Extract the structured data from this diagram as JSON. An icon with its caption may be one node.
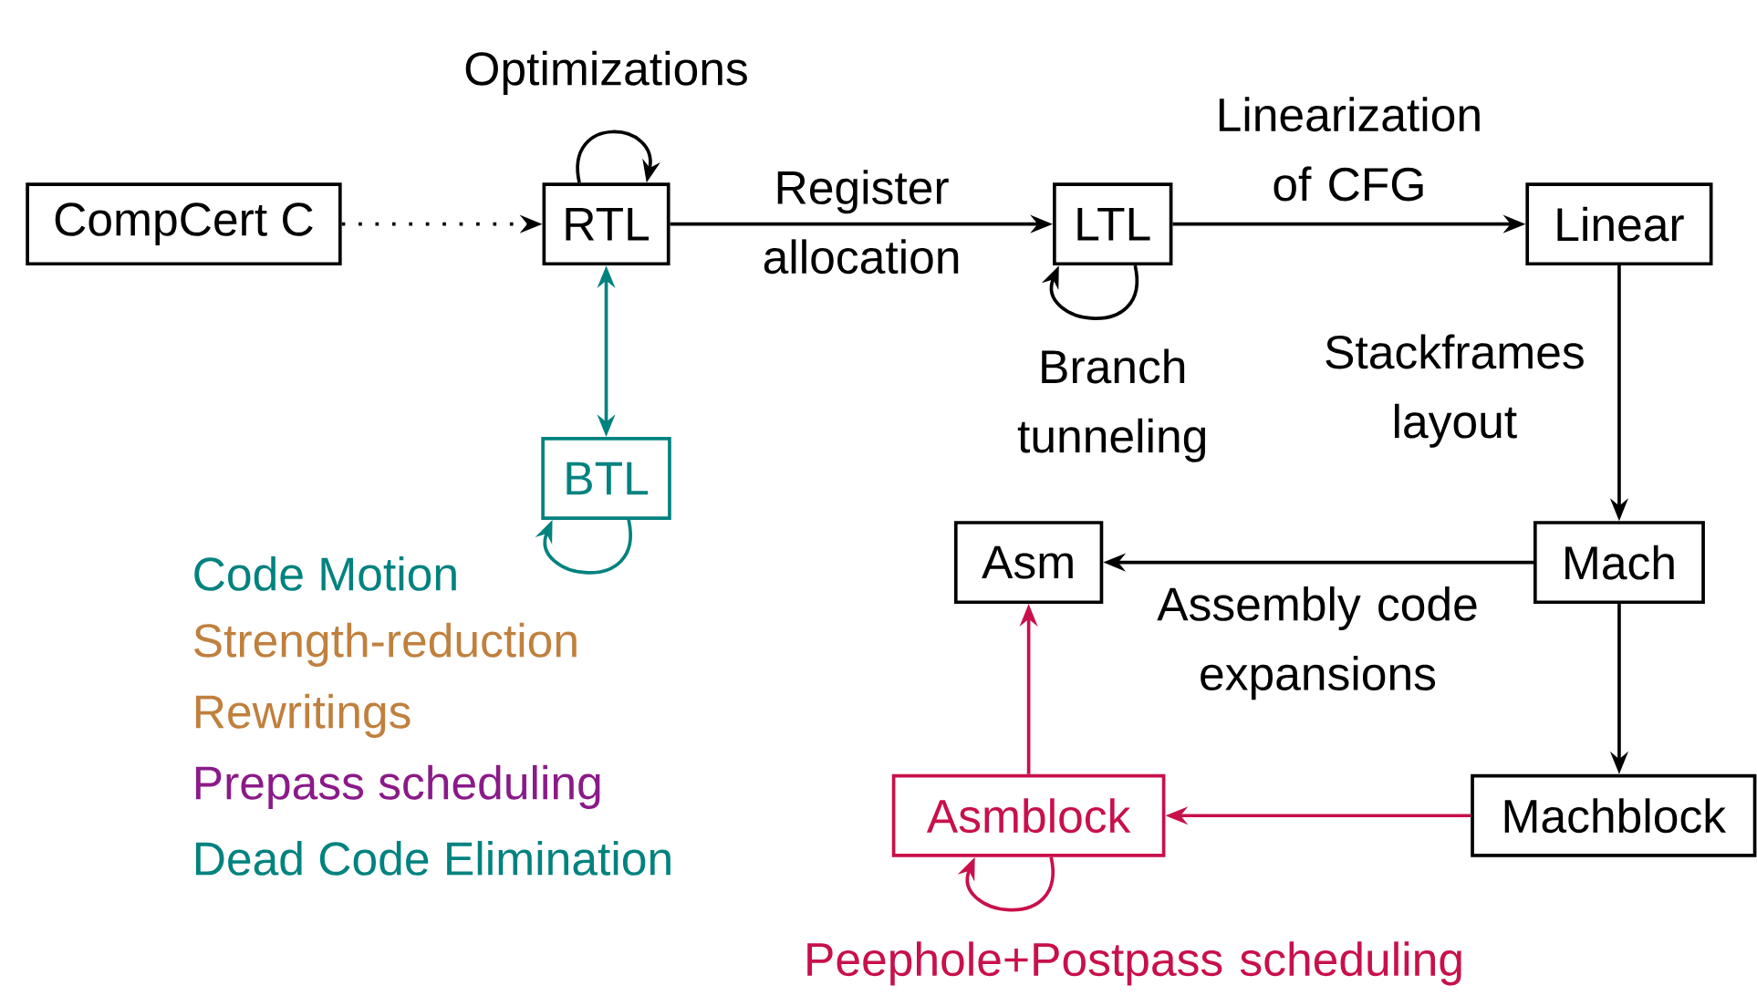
{
  "diagram": {
    "nodes": [
      {
        "text": [
          "CompCert C"
        ]
      },
      {
        "text": [
          "RTL"
        ]
      },
      {
        "text": [
          "LTL"
        ]
      },
      {
        "text": [
          "Linear"
        ]
      },
      {
        "text": [
          "BTL"
        ]
      },
      {
        "text": [
          "Mach"
        ]
      },
      {
        "text": [
          "Asm"
        ]
      },
      {
        "text": [
          "Machblock"
        ]
      },
      {
        "text": [
          "Asmblock"
        ]
      }
    ],
    "edges": [
      {
        "from": 0,
        "to": 1,
        "arrow": "to",
        "style": "dashed"
      },
      {
        "from": 1,
        "to": 1,
        "arrow": "to",
        "label": "Optimizations"
      },
      {
        "from": 1,
        "to": 2,
        "arrow": "to",
        "label": "Register allocation"
      },
      {
        "from": 2,
        "to": 3,
        "arrow": "to",
        "label": "Linearization of CFG"
      },
      {
        "from": 2,
        "to": 2,
        "arrow": "to",
        "label": "Branch tunneling"
      },
      {
        "from": 1,
        "to": 4,
        "arrow": "both",
        "color": "#00827f"
      },
      {
        "from": 4,
        "to": 4,
        "arrow": "to",
        "color": "#00827f"
      },
      {
        "from": 3,
        "to": 5,
        "arrow": "to",
        "label": "Stackframes layout"
      },
      {
        "from": 5,
        "to": 6,
        "arrow": "to",
        "label": "Assembly code expansions"
      },
      {
        "from": 5,
        "to": 7,
        "arrow": "to"
      },
      {
        "from": 7,
        "to": 8,
        "arrow": "to",
        "color": "#c8104a"
      },
      {
        "from": 8,
        "to": 6,
        "arrow": "to",
        "color": "#c8104a"
      },
      {
        "from": 8,
        "to": 8,
        "arrow": "to",
        "color": "#c8104a",
        "label": "Peephole+Postpass scheduling"
      }
    ],
    "labels": [
      "Code Motion",
      "Strength-reduction",
      "Rewritings",
      "Prepass scheduling",
      "Dead Code Elimination"
    ]
  }
}
